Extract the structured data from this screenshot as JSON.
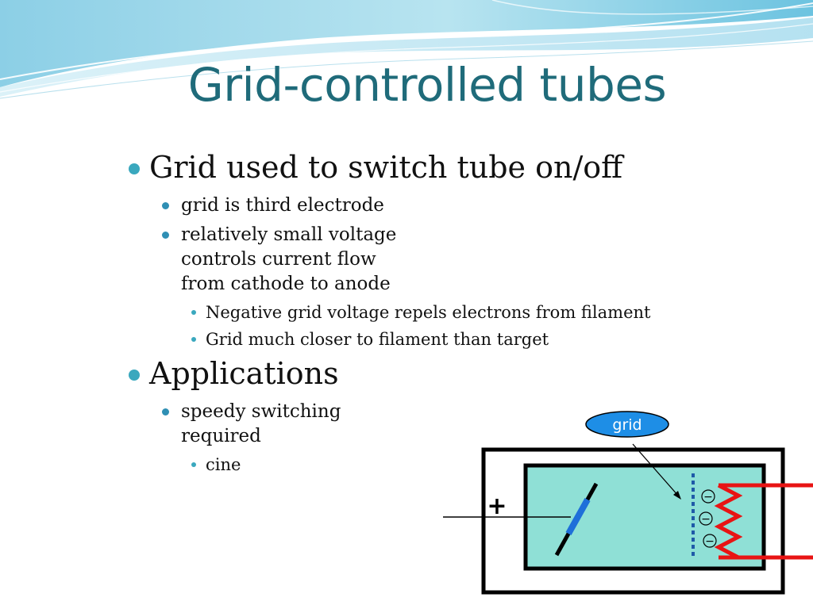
{
  "slide": {
    "title": "Grid-controlled tubes",
    "bullets": [
      {
        "level": 1,
        "text": "Grid used to switch tube on/off"
      },
      {
        "level": 2,
        "text": "grid is third electrode"
      },
      {
        "level": 2,
        "text": "relatively small voltage\ncontrols current flow\nfrom cathode to anode"
      },
      {
        "level": 3,
        "text": "Negative grid voltage repels electrons from filament"
      },
      {
        "level": 3,
        "text": "Grid much closer to filament than target"
      },
      {
        "level": 1,
        "text": "Applications"
      },
      {
        "level": 2,
        "text": "speedy switching\nrequired"
      },
      {
        "level": 3,
        "text": "cine"
      }
    ]
  },
  "diagram": {
    "grid_label": "grid",
    "plus_sign": "+",
    "minus_sign": "−",
    "colors": {
      "title": "#1f6b7a",
      "tube_fill": "#8fe0d6",
      "label_fill": "#1e8ee6",
      "anode": "#1e6fd9",
      "grid_dots": "#1f5aa8",
      "filament": "#e81414"
    }
  }
}
